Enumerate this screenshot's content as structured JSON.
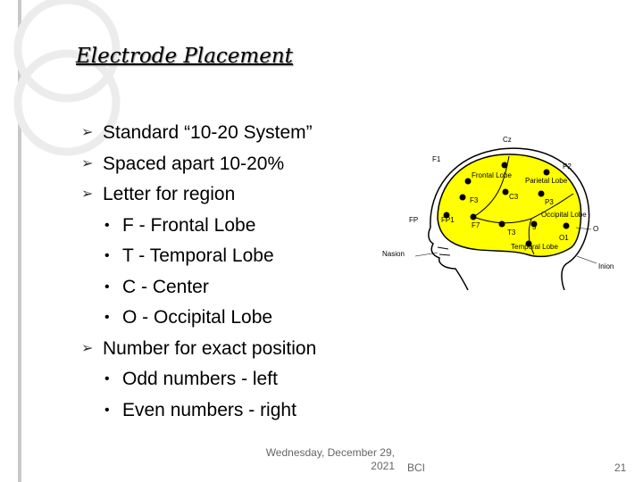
{
  "slide": {
    "title": "Electrode Placement",
    "bullets": [
      {
        "level": 1,
        "text": "Standard “10-20 System”"
      },
      {
        "level": 1,
        "text": "Spaced apart 10-20%"
      },
      {
        "level": 1,
        "text": "Letter for region"
      },
      {
        "level": 2,
        "text": "F - Frontal Lobe"
      },
      {
        "level": 2,
        "text": "T - Temporal Lobe"
      },
      {
        "level": 2,
        "text": "C - Center"
      },
      {
        "level": 2,
        "text": "O - Occipital Lobe"
      },
      {
        "level": 1,
        "text": "Number for exact position"
      },
      {
        "level": 2,
        "text": "Odd numbers - left"
      },
      {
        "level": 2,
        "text": "Even numbers - right"
      }
    ],
    "bullet_marks": {
      "level1": "➢",
      "level2": "•"
    },
    "footer": {
      "date_line1": "Wednesday, December 29,",
      "date_line2": "2021",
      "label": "BCI",
      "page": "21"
    }
  },
  "diagram": {
    "labels": {
      "cz": "Cz",
      "fp1": "F1",
      "p2": "P2",
      "frontal_lobe": "Frontal Lobe",
      "parietal_lobe": "Parietal Lobe",
      "occipital_lobe": "Occipital Lobe",
      "temporal_lobe": "Temporal Lobe",
      "f3": "F3",
      "c3": "C3",
      "p3": "P3",
      "fp": "FP",
      "f7": "F7",
      "fp1b": "FP1",
      "t3": "T3",
      "t5": "5",
      "o1": "O1",
      "o": "O",
      "nasion": "Nasion",
      "inion": "Inion"
    },
    "colors": {
      "brain": "#ffff00",
      "outline": "#000000"
    }
  }
}
